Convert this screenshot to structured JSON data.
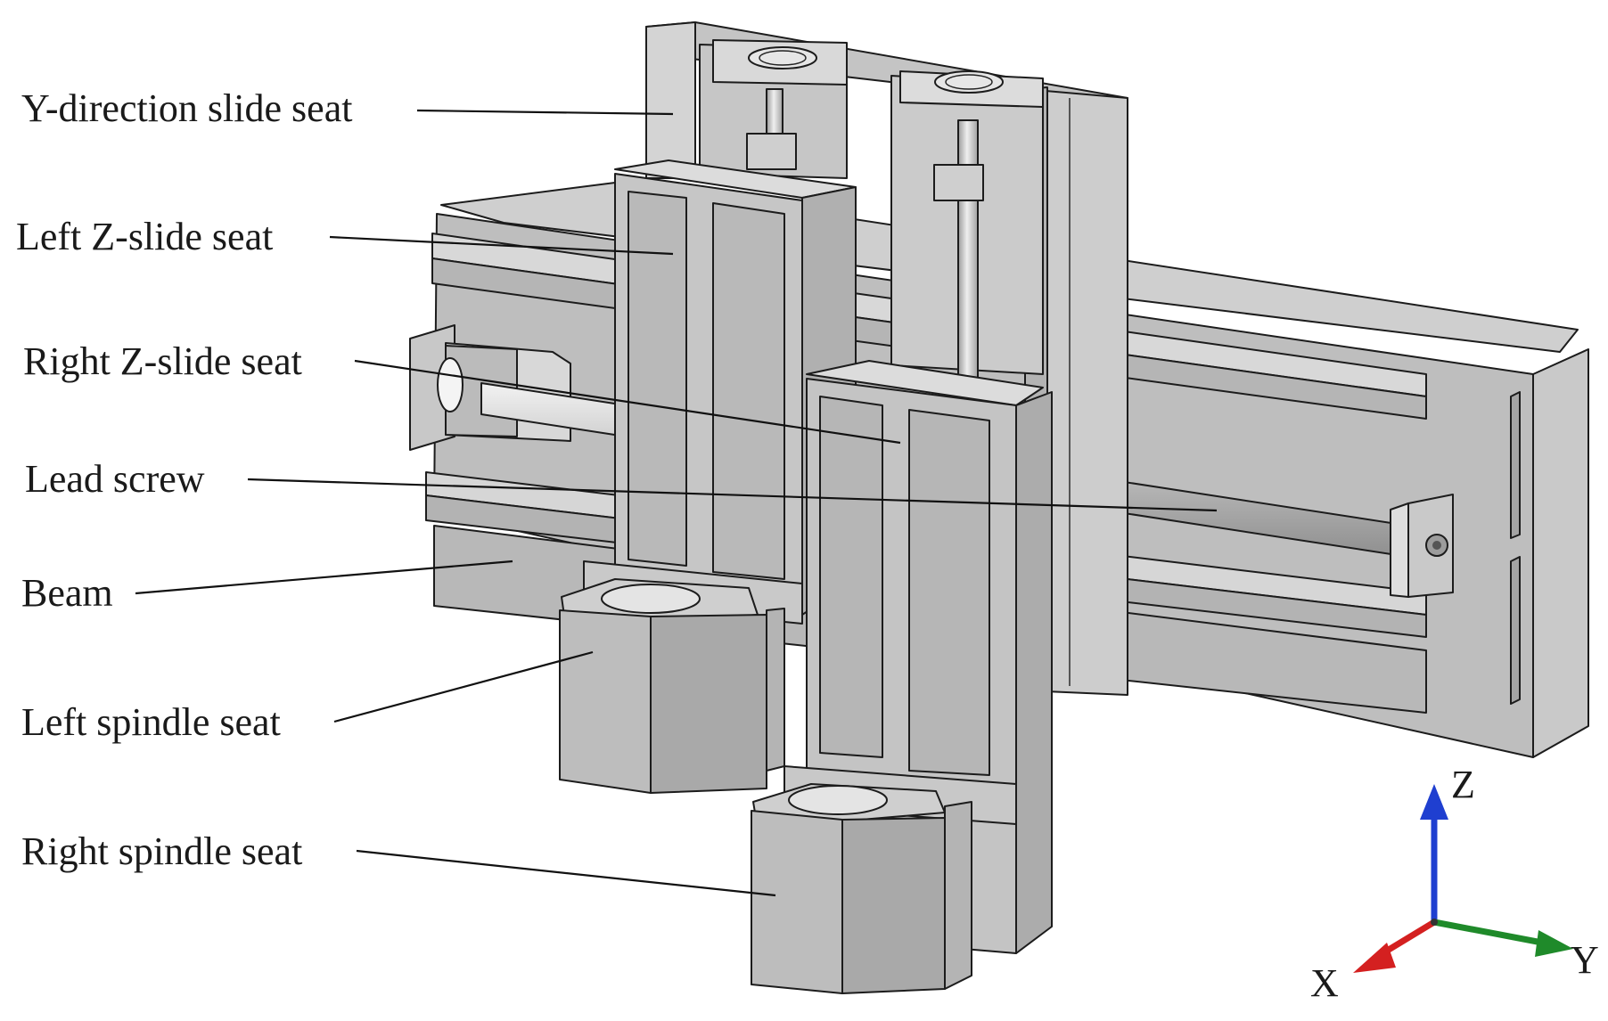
{
  "labels": [
    {
      "id": "y-slide-seat",
      "text": "Y-direction slide seat"
    },
    {
      "id": "left-z-slide",
      "text": "Left Z-slide seat"
    },
    {
      "id": "right-z-slide",
      "text": "Right Z-slide seat"
    },
    {
      "id": "lead-screw",
      "text": "Lead screw"
    },
    {
      "id": "beam",
      "text": "Beam"
    },
    {
      "id": "left-spindle",
      "text": "Left spindle seat"
    },
    {
      "id": "right-spindle",
      "text": "Right spindle seat"
    }
  ],
  "axes": {
    "x": {
      "label": "X",
      "color": "#d42020"
    },
    "y": {
      "label": "Y",
      "color": "#1f8a2a"
    },
    "z": {
      "label": "Z",
      "color": "#1f3fd0"
    }
  },
  "colors": {
    "face_light": "#d6d6d6",
    "face_mid": "#c4c4c4",
    "face_dark": "#a9a9a9",
    "edge": "#1c1c1c"
  }
}
